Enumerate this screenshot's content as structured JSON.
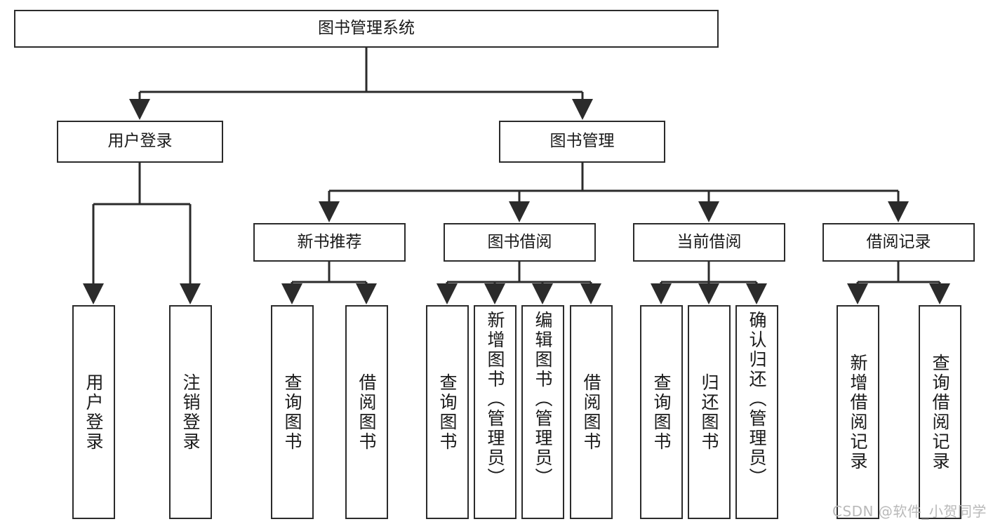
{
  "diagram": {
    "title": "图书管理系统",
    "type": "tree-hierarchy-chart",
    "colors": {
      "box_border": "#2b2b2b",
      "box_fill": "#ffffff",
      "edge": "#2b2b2b",
      "text": "#1a1a1a",
      "watermark": "#b9b9b9",
      "background": "#ffffff"
    },
    "root": {
      "label": "图书管理系统"
    },
    "level2": [
      {
        "label": "用户登录"
      },
      {
        "label": "图书管理"
      }
    ],
    "level3": [
      {
        "label": "新书推荐"
      },
      {
        "label": "图书借阅"
      },
      {
        "label": "当前借阅"
      },
      {
        "label": "借阅记录"
      }
    ],
    "leaves": {
      "user_login": [
        {
          "label": "用户登录"
        },
        {
          "label": "注销登录"
        }
      ],
      "new_book_recommend": [
        {
          "label": "查询图书"
        },
        {
          "label": "借阅图书"
        }
      ],
      "book_borrow": [
        {
          "label": "查询图书"
        },
        {
          "label": "新增图书（管理员）"
        },
        {
          "label": "编辑图书（管理员）"
        },
        {
          "label": "借阅图书"
        }
      ],
      "current_borrow": [
        {
          "label": "查询图书"
        },
        {
          "label": "归还图书"
        },
        {
          "label": "确认归还（管理员）"
        }
      ],
      "borrow_record": [
        {
          "label": "新增借阅记录"
        },
        {
          "label": "查询借阅记录"
        }
      ]
    }
  },
  "watermark": {
    "text": "CSDN @软件_小贺同学"
  }
}
